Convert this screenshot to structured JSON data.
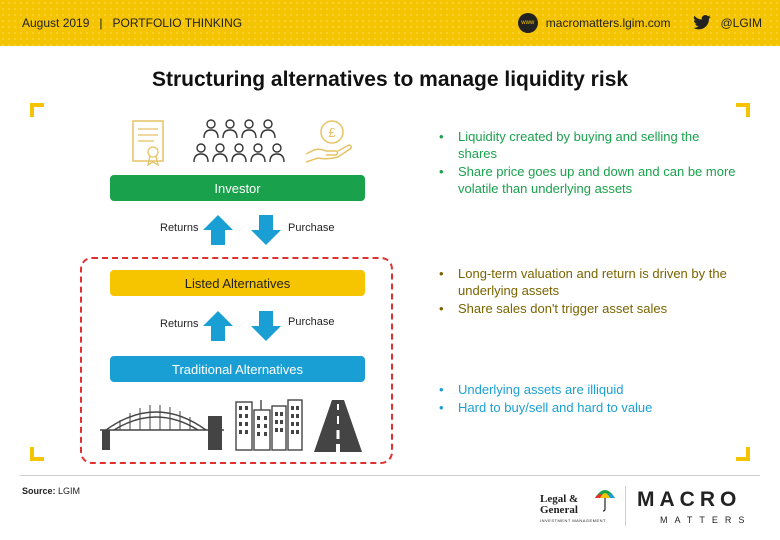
{
  "header": {
    "date": "August 2019",
    "separator": "|",
    "section": "PORTFOLIO THINKING",
    "website_icon_label": "www",
    "website": "macromatters.lgim.com",
    "twitter_handle": "@LGIM"
  },
  "title": "Structuring alternatives to manage liquidity risk",
  "diagram": {
    "investor_label": "Investor",
    "listed_label": "Listed Alternatives",
    "traditional_label": "Traditional Alternatives",
    "returns_label_1": "Returns",
    "purchase_label_1": "Purchase",
    "returns_label_2": "Returns",
    "purchase_label_2": "Purchase"
  },
  "bullets": {
    "investor": [
      "Liquidity created by buying and selling the shares",
      "Share price goes up and down and can be more volatile than underlying assets"
    ],
    "listed": [
      "Long-term valuation and return is driven by the underlying assets",
      "Share sales don't trigger asset sales"
    ],
    "traditional": [
      "Underlying assets are illiquid",
      "Hard to buy/sell and hard to value"
    ]
  },
  "footer": {
    "source_label": "Source:",
    "source_value": "LGIM",
    "lg_logo_text": "Legal & General",
    "lg_logo_sub": "INVESTMENT MANAGEMENT",
    "macro_logo": "MACRO",
    "matters_logo": "MATTERS"
  },
  "colors": {
    "brand_yellow": "#f5c400",
    "investor_green": "#1aa14c",
    "listed_yellow": "#f7c400",
    "traditional_blue": "#1a9fd4",
    "arrow_blue": "#1a9fd4",
    "dashed_red": "#e03030",
    "olive_text": "#7a6400"
  },
  "icons": [
    "certificate-icon",
    "people-group-icon",
    "hand-pound-coin-icon",
    "bridge-icon",
    "city-buildings-icon",
    "road-icon",
    "globe-www-icon",
    "twitter-icon",
    "umbrella-icon"
  ]
}
